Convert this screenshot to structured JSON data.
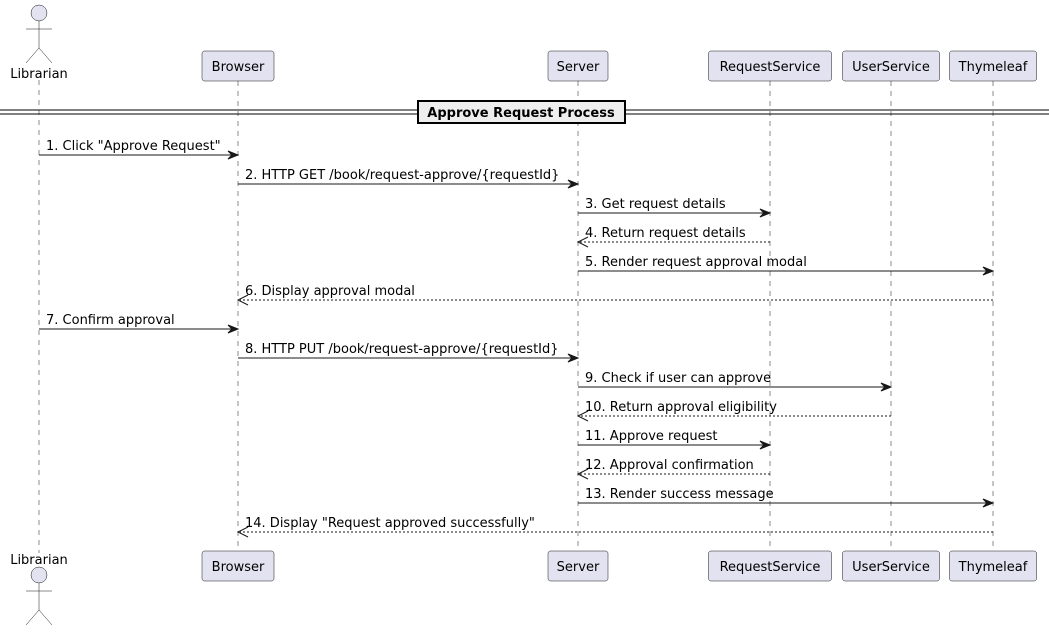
{
  "diagram": {
    "divider": {
      "label": "Approve Request Process"
    },
    "participants": [
      {
        "id": "librarian",
        "label": "Librarian",
        "kind": "actor"
      },
      {
        "id": "browser",
        "label": "Browser",
        "kind": "box"
      },
      {
        "id": "server",
        "label": "Server",
        "kind": "box"
      },
      {
        "id": "requestservice",
        "label": "RequestService",
        "kind": "box"
      },
      {
        "id": "userservice",
        "label": "UserService",
        "kind": "box"
      },
      {
        "id": "thymeleaf",
        "label": "Thymeleaf",
        "kind": "box"
      }
    ],
    "messages": [
      {
        "from": "librarian",
        "to": "browser",
        "label": "1. Click \"Approve Request\"",
        "style": "solid"
      },
      {
        "from": "browser",
        "to": "server",
        "label": "2. HTTP GET /book/request-approve/{requestId}",
        "style": "solid"
      },
      {
        "from": "server",
        "to": "requestservice",
        "label": "3. Get request details",
        "style": "solid"
      },
      {
        "from": "requestservice",
        "to": "server",
        "label": "4. Return request details",
        "style": "dashed"
      },
      {
        "from": "server",
        "to": "thymeleaf",
        "label": "5. Render request approval modal",
        "style": "solid"
      },
      {
        "from": "thymeleaf",
        "to": "browser",
        "label": "6. Display approval modal",
        "style": "dashed"
      },
      {
        "from": "librarian",
        "to": "browser",
        "label": "7. Confirm approval",
        "style": "solid"
      },
      {
        "from": "browser",
        "to": "server",
        "label": "8. HTTP PUT /book/request-approve/{requestId}",
        "style": "solid"
      },
      {
        "from": "server",
        "to": "userservice",
        "label": "9. Check if user can approve",
        "style": "solid"
      },
      {
        "from": "userservice",
        "to": "server",
        "label": "10. Return approval eligibility",
        "style": "dashed"
      },
      {
        "from": "server",
        "to": "requestservice",
        "label": "11. Approve request",
        "style": "solid"
      },
      {
        "from": "requestservice",
        "to": "server",
        "label": "12. Approval confirmation",
        "style": "dashed"
      },
      {
        "from": "server",
        "to": "thymeleaf",
        "label": "13. Render success message",
        "style": "solid"
      },
      {
        "from": "thymeleaf",
        "to": "browser",
        "label": "14. Display \"Request approved successfully\"",
        "style": "dashed"
      }
    ],
    "colors": {
      "participant_fill": "#e2e2f0",
      "participant_stroke": "#181818",
      "lifeline": "#181818",
      "arrow": "#181818",
      "divider_fill": "#eeeeee"
    }
  }
}
